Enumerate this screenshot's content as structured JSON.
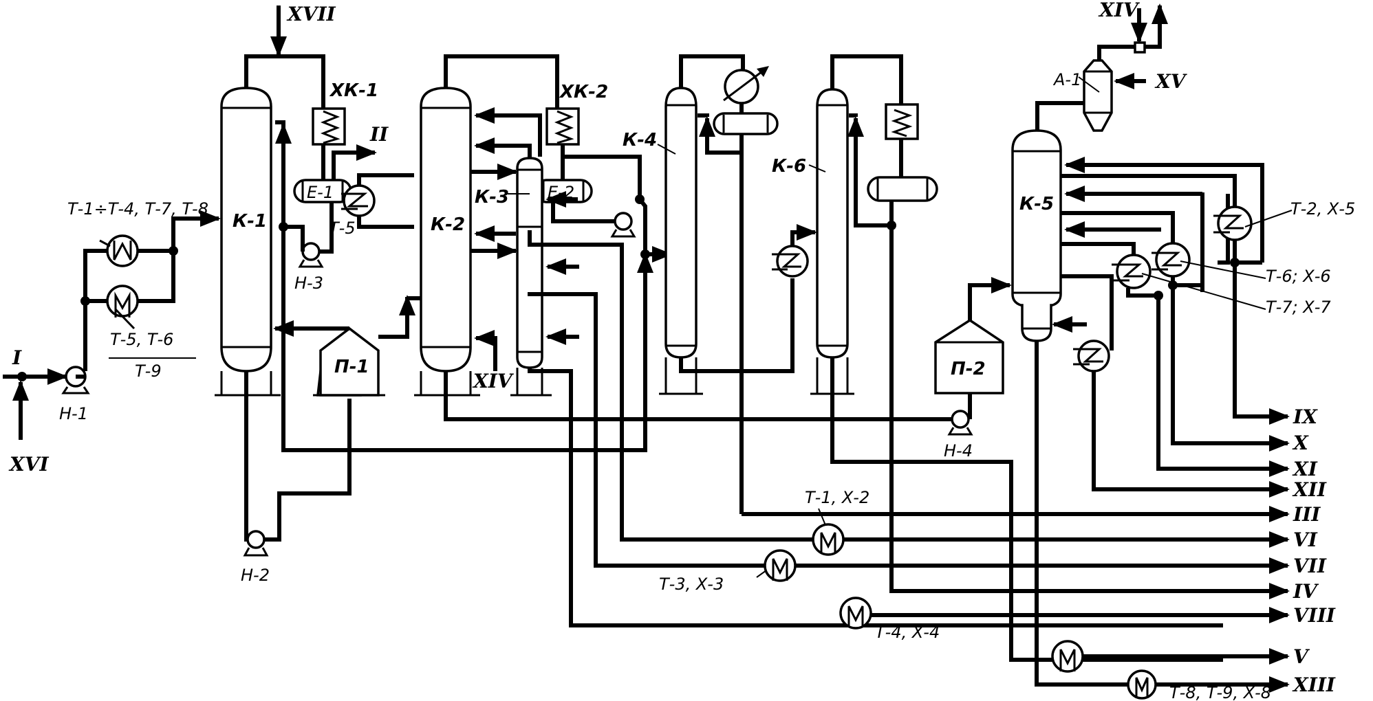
{
  "diagram": {
    "type": "process-flow-diagram",
    "columns": [
      {
        "id": "K-1",
        "label": "К-1"
      },
      {
        "id": "K-2",
        "label": "К-2"
      },
      {
        "id": "K-3",
        "label": "К-3"
      },
      {
        "id": "K-4",
        "label": "К-4"
      },
      {
        "id": "K-5",
        "label": "К-5"
      },
      {
        "id": "K-6",
        "label": "К-6"
      }
    ],
    "furnaces": [
      {
        "id": "P-1",
        "label": "П-1"
      },
      {
        "id": "P-2",
        "label": "П-2"
      }
    ],
    "pumps": [
      {
        "id": "N-1",
        "label": "Н-1"
      },
      {
        "id": "N-2",
        "label": "Н-2"
      },
      {
        "id": "N-3",
        "label": "Н-3"
      },
      {
        "id": "N-4",
        "label": "Н-4"
      }
    ],
    "drums": [
      {
        "id": "E-1",
        "label": "Е-1"
      },
      {
        "id": "E-2",
        "label": "Е-2"
      }
    ],
    "condensers": [
      {
        "id": "XK-1",
        "label": "ХК-1"
      },
      {
        "id": "XK-2",
        "label": "ХК-2"
      }
    ],
    "apparatus": [
      {
        "id": "A-1",
        "label": "А-1"
      }
    ],
    "exchanger_labels": {
      "feed_top": "Т-1÷Т-4, Т-7, Т-8",
      "feed_bottom_num": "Т-5, Т-6",
      "feed_bottom_den": "Т-9",
      "k2_reboiler": "Т-5",
      "k5_t2": "Т-2, Х-5",
      "k5_t6": "Т-6; Х-6",
      "k5_t7": "Т-7; Х-7",
      "out_t1": "Т-1, Х-2",
      "out_t3": "Т-3, Х-3",
      "out_t4": "Т-4, Х-4",
      "out_t8": "Т-8, Т-9, Х-8"
    },
    "streams": {
      "input_main": "I",
      "input_water": "XVI",
      "k1_top_in": "XVII",
      "e1_gas_out": "II",
      "k3_steam": "XIV",
      "a1_top_in": "XIV",
      "a1_side_in": "XV"
    },
    "outputs": [
      "IX",
      "X",
      "XI",
      "XII",
      "III",
      "VI",
      "VII",
      "IV",
      "VIII",
      "V",
      "XIII"
    ]
  }
}
